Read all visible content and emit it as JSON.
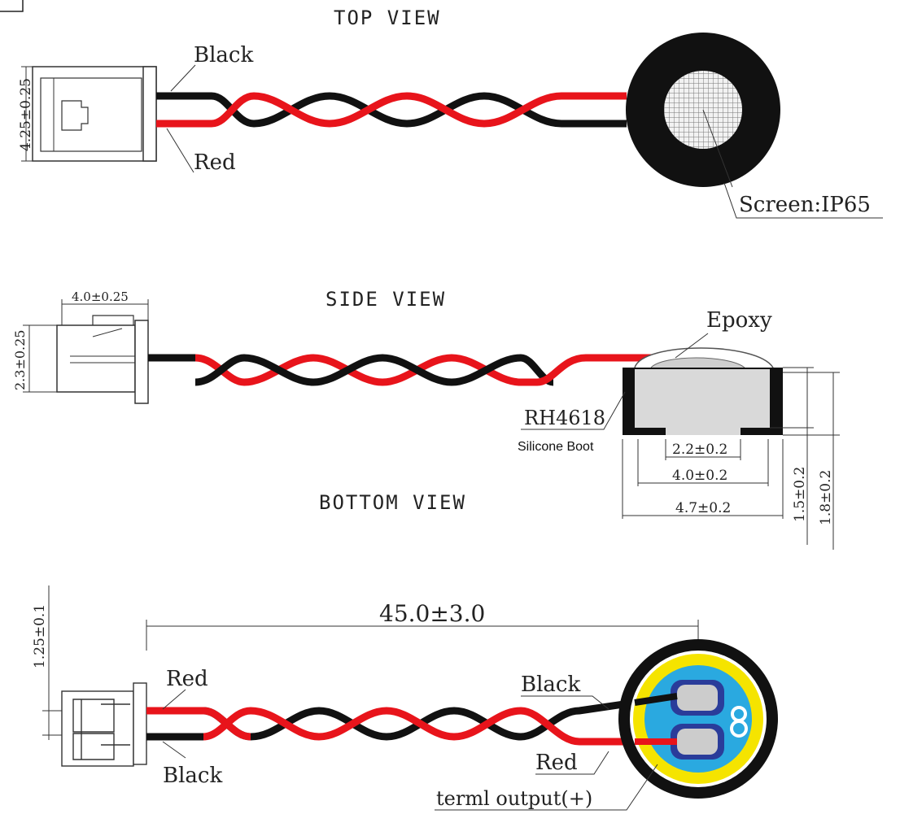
{
  "views": {
    "top": "TOP VIEW",
    "side": "SIDE VIEW",
    "bottom": "BOTTOM VIEW"
  },
  "top_view": {
    "wire_black": "Black",
    "wire_red": "Red",
    "screen": "Screen:IP65",
    "dim_connector_height": "4.25±0.25"
  },
  "side_view": {
    "epoxy": "Epoxy",
    "part": "RH4618",
    "boot": "Silicone Boot",
    "dim_connector_width": "4.0±0.25",
    "dim_connector_height": "2.3±0.25",
    "dim_inner": "2.2±0.2",
    "dim_mid": "4.0±0.2",
    "dim_outer": "4.7±0.2",
    "dim_height_body": "1.5±0.2",
    "dim_height_total": "1.8±0.2"
  },
  "bottom_view": {
    "dim_length": "45.0±3.0",
    "dim_pitch": "1.25±0.1",
    "conn_red": "Red",
    "conn_black": "Black",
    "sensor_black": "Black",
    "sensor_red": "Red",
    "terminal": "terml output(+)"
  },
  "colors": {
    "wire_red": "#e8141b",
    "wire_black": "#111111",
    "pcb_blue": "#2aa9e0",
    "pcb_yellow": "#f5e400"
  }
}
